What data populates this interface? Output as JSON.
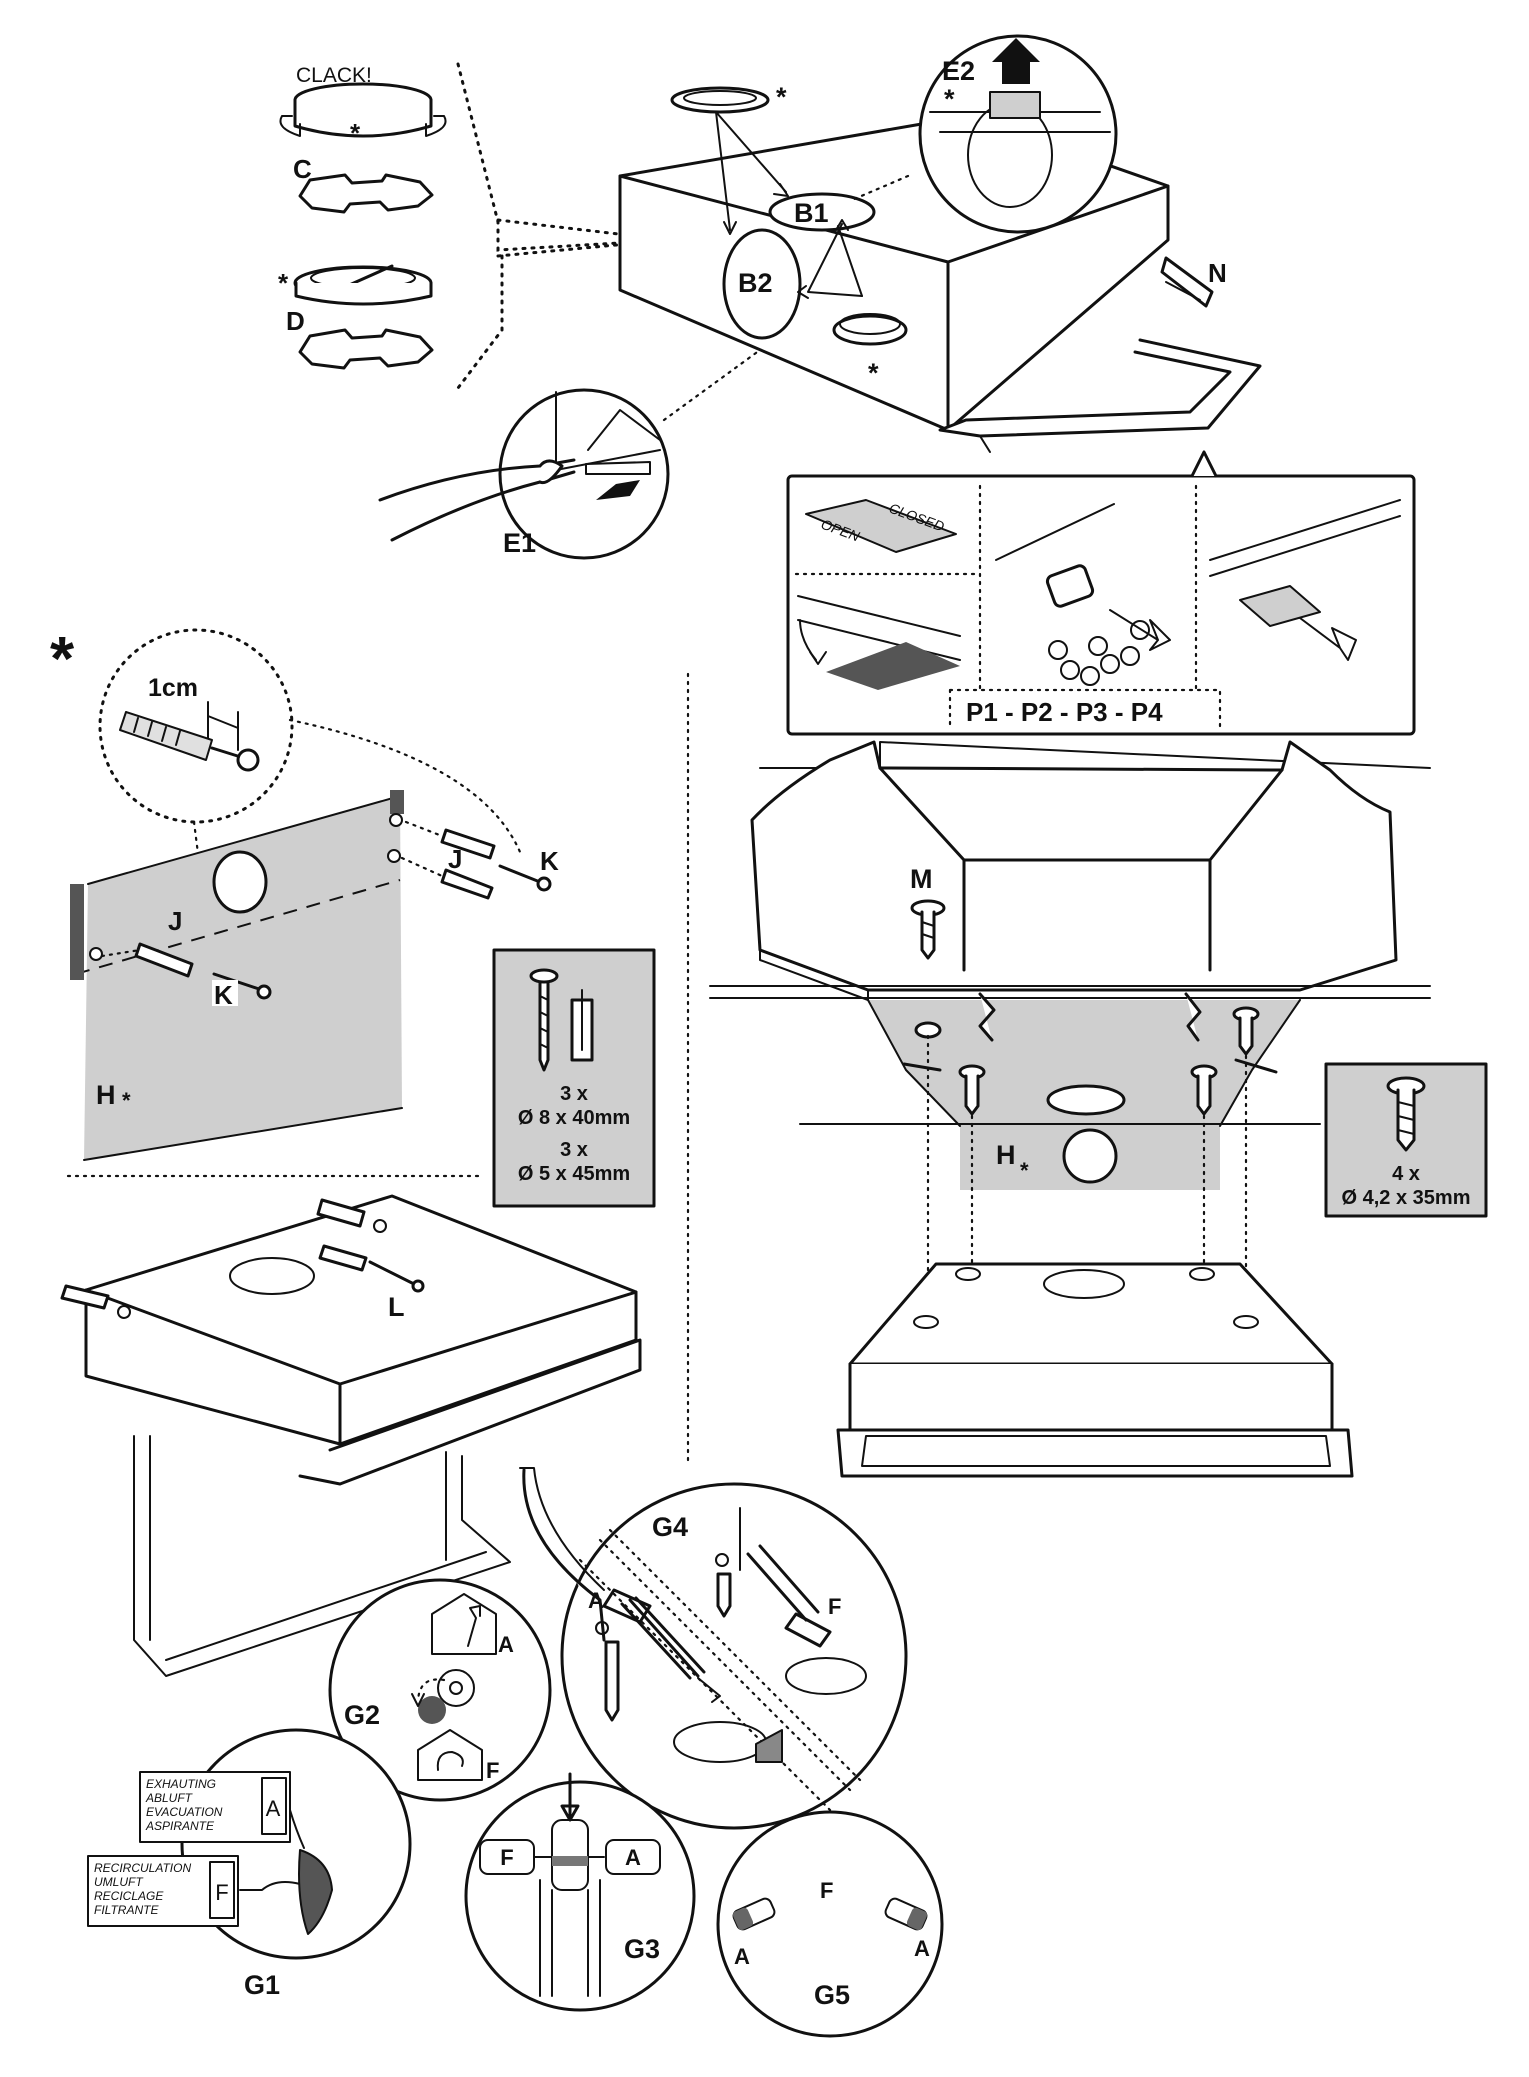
{
  "labels": {
    "clack": "CLACK!",
    "c": "C",
    "d": "D",
    "b1": "B1",
    "b2": "B2",
    "e1": "E1",
    "e2": "E2",
    "n": "N",
    "star": "*",
    "p_series": "P1 - P2 - P3 - P4",
    "open": "OPEN",
    "closed": "CLOSED",
    "cm": "1cm",
    "j": "J",
    "k": "K",
    "h": "H",
    "l": "L",
    "m": "M",
    "f": "F",
    "a": "A",
    "g1": "G1",
    "g2": "G2",
    "g3": "G3",
    "g4": "G4",
    "g5": "G5"
  },
  "hardware_box_left": {
    "qty1": "3 x",
    "size1": "Ø 8 x 40mm",
    "qty2": "3 x",
    "size2": "Ø 5 x 45mm"
  },
  "hardware_box_right": {
    "qty": "4 x",
    "size": "Ø 4,2 x 35mm"
  },
  "tag_exhaust": [
    "EXHAUTING",
    "ABLUFT",
    "EVACUATION",
    "ASPIRANTE"
  ],
  "tag_recirc": [
    "RECIRCULATION",
    "UMLUFT",
    "RECICLAGE",
    "FILTRANTE"
  ],
  "colors": {
    "ink": "#111111",
    "wall_grey": "#cfcfcf",
    "dark_grey": "#7a7a7a",
    "background": "#ffffff"
  }
}
